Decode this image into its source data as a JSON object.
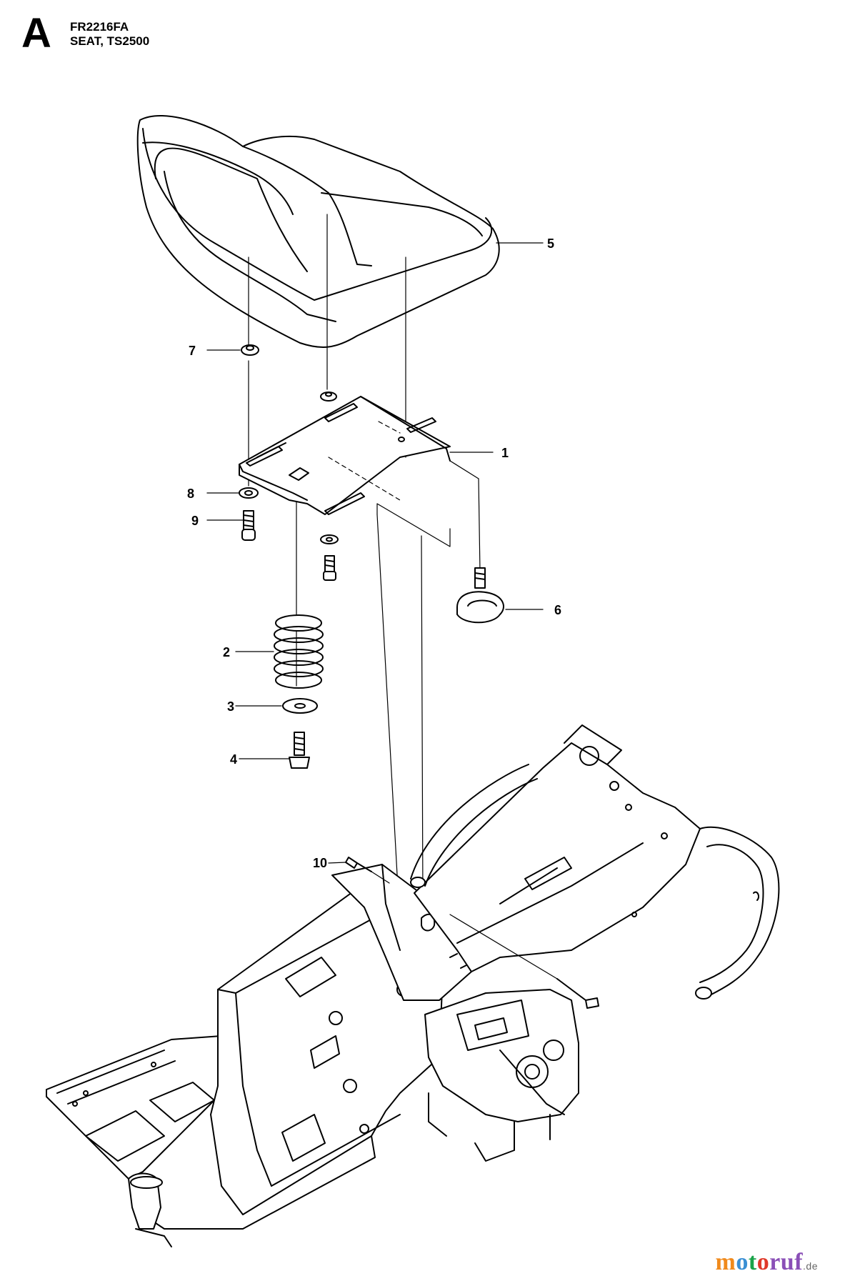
{
  "header": {
    "section_letter": "A",
    "model_code": "FR2216FA",
    "title": "SEAT, TS2500"
  },
  "callouts": [
    {
      "number": "1",
      "part": "seat-plate"
    },
    {
      "number": "2",
      "part": "spring"
    },
    {
      "number": "3",
      "part": "washer"
    },
    {
      "number": "4",
      "part": "screw"
    },
    {
      "number": "5",
      "part": "seat"
    },
    {
      "number": "6",
      "part": "knob"
    },
    {
      "number": "7",
      "part": "bushing"
    },
    {
      "number": "8",
      "part": "washer"
    },
    {
      "number": "9",
      "part": "screw"
    },
    {
      "number": "10",
      "part": "screw"
    }
  ],
  "watermark": {
    "l1": "m",
    "l2": "o",
    "l3": "t",
    "l4": "o",
    "l5": "ruf",
    "suffix": ".de"
  }
}
